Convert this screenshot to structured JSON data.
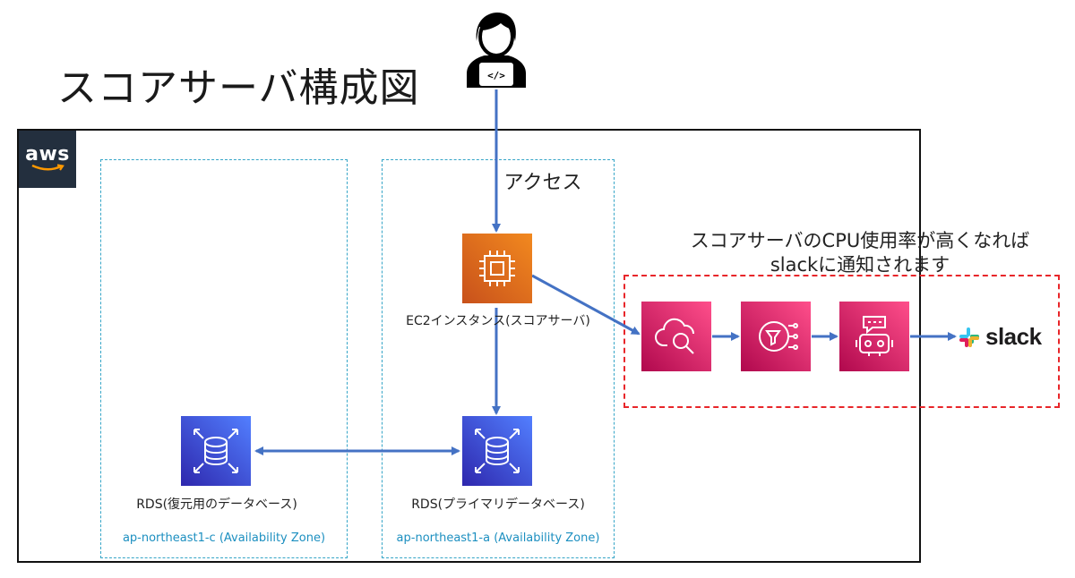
{
  "title": "スコアサーバ構成図",
  "aws_logo": {
    "text": "aws",
    "icon": "aws-logo"
  },
  "user": {
    "icon": "developer-user-icon"
  },
  "access_label": "アクセス",
  "ec2": {
    "icon": "ec2-instance-icon",
    "label": "EC2インスタンス(スコアサーバ)"
  },
  "rds_primary": {
    "icon": "rds-icon",
    "label": "RDS(プライマリデータベース)"
  },
  "rds_restore": {
    "icon": "rds-icon",
    "label": "RDS(復元用のデータベース)"
  },
  "availability_zones": [
    {
      "label": "ap-northeast1-c (Availability Zone)"
    },
    {
      "label": "ap-northeast1-a (Availability Zone)"
    }
  ],
  "notification": {
    "note_line1": "スコアサーバのCPU使用率が高くなれば",
    "note_line2": "slackに通知されます",
    "services": [
      {
        "icon": "cloudwatch-icon"
      },
      {
        "icon": "sns-icon"
      },
      {
        "icon": "chatbot-icon"
      }
    ],
    "destination": {
      "icon": "slack-logo",
      "text": "slack"
    }
  },
  "colors": {
    "arrow": "#4472c4",
    "az_border": "#35a5c7",
    "az_label": "#1c8fc0",
    "notify_border": "#e8262a",
    "ec2": "#ed7100",
    "rds": "#3b48cc",
    "management": "#e7157b"
  }
}
